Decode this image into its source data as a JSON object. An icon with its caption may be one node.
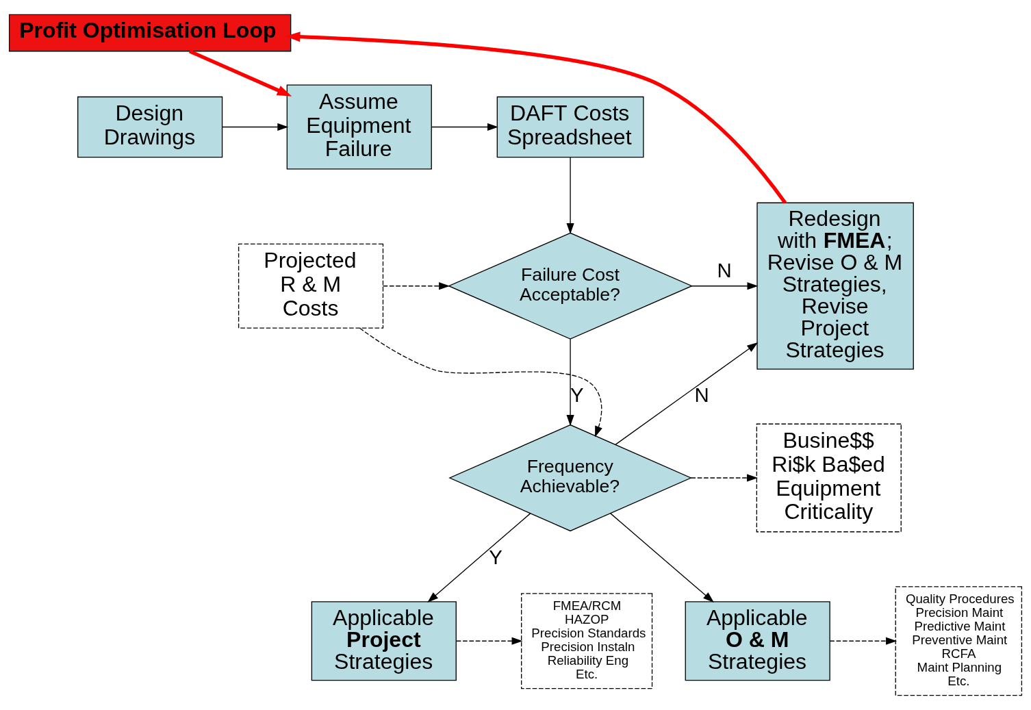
{
  "diagram": {
    "nodes": [
      {
        "text": [
          "Design Drawings"
        ]
      },
      {
        "text": [
          "Assume Equipment Failure"
        ]
      },
      {
        "text": [
          "DAFT Costs Spreadsheet"
        ]
      },
      {
        "text": [
          "Failure Cost Acceptable?"
        ]
      },
      {
        "text": [
          "Redesign with **FMEA**; Revise O & M Strategies, Revise Project Strategies"
        ]
      },
      {
        "text": [
          "Projected R & M Costs"
        ]
      },
      {
        "text": [
          "Busine$$ Ri$k Ba$ed Equipment Criticality"
        ]
      },
      {
        "text": [
          "Frequency Achievable?"
        ]
      },
      {
        "text": [
          "FMEA/RCM",
          "HAZOP",
          "Precision Standards",
          "Precision Instaln",
          "Reliability Eng",
          "Etc."
        ]
      },
      {
        "text": [
          "Applicable **Project** Strategies"
        ]
      },
      {
        "text": [
          "Applicable **O & M** Strategies"
        ]
      },
      {
        "text": [
          "Quality Procedures",
          "Precision Maint",
          "Predictive Maint",
          "Preventive Maint",
          "RCFA",
          "Maint Planning",
          "Etc."
        ]
      },
      {
        "text": [
          "Profit Optimisation Loop"
        ]
      }
    ],
    "edges": [
      {
        "from": 0,
        "to": 1,
        "arrow": "to"
      },
      {
        "from": 1,
        "to": 2,
        "arrow": "to"
      },
      {
        "from": 2,
        "to": 3,
        "arrow": "to"
      },
      {
        "from": 3,
        "to": 4,
        "arrow": "to",
        "label": "N"
      },
      {
        "from": 3,
        "to": 7,
        "arrow": "to",
        "label": "Y"
      },
      {
        "from": 5,
        "to": 3,
        "arrow": "to",
        "style": "dashed"
      },
      {
        "from": 5,
        "to": 7,
        "arrow": "to",
        "style": "dashed"
      },
      {
        "from": 7,
        "to": 6,
        "arrow": "to",
        "style": "dashed"
      },
      {
        "from": 7,
        "to": 4,
        "arrow": "to",
        "label": "N"
      },
      {
        "from": 7,
        "to": 9,
        "arrow": "to",
        "label": "Y"
      },
      {
        "from": 7,
        "to": 10,
        "arrow": "to"
      },
      {
        "from": 9,
        "to": 8,
        "arrow": "to",
        "style": "dashed"
      },
      {
        "from": 10,
        "to": 11,
        "arrow": "to",
        "style": "dashed"
      },
      {
        "from": 4,
        "to": 12,
        "arrow": "to",
        "style": "thick",
        "color": "#ff0000"
      },
      {
        "from": 12,
        "to": 1,
        "arrow": "to",
        "style": "thick",
        "color": "#ff0000"
      }
    ]
  }
}
